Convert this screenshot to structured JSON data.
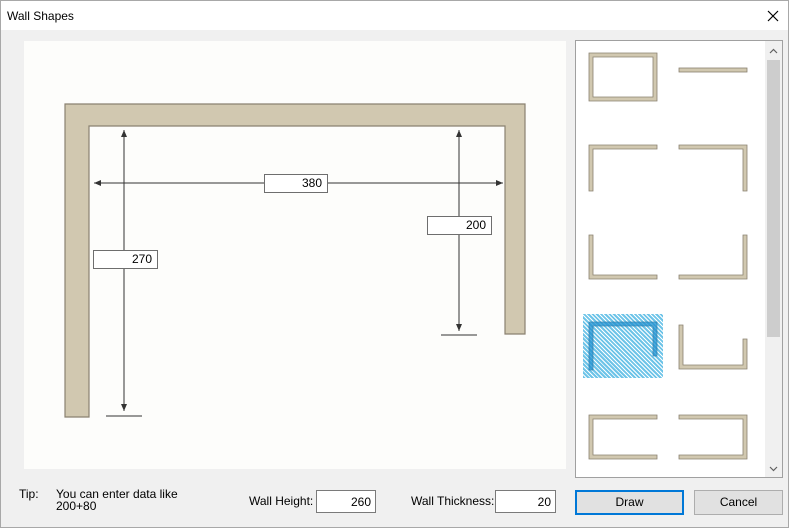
{
  "window": {
    "title": "Wall Shapes"
  },
  "icons": {
    "close": "close-icon",
    "scroll_up": "chevron-up-icon",
    "scroll_down": "chevron-down-icon"
  },
  "colors": {
    "wall_fill": "#d1c8b0",
    "wall_stroke": "#8a8170",
    "selection": "#1e90d0",
    "primary_border": "#0078d7"
  },
  "preview": {
    "dimensions": {
      "width": "380",
      "left_height": "270",
      "right_height": "200"
    }
  },
  "shapes": {
    "selected_index": 6,
    "count_visible": 10
  },
  "tip": {
    "label": "Tip:",
    "text_line1": "You can enter data like",
    "text_line2": "200+80"
  },
  "fields": {
    "wall_height": {
      "label": "Wall Height:",
      "value": "260"
    },
    "wall_thickness": {
      "label": "Wall Thickness:",
      "value": "20"
    }
  },
  "buttons": {
    "draw": "Draw",
    "cancel": "Cancel"
  }
}
